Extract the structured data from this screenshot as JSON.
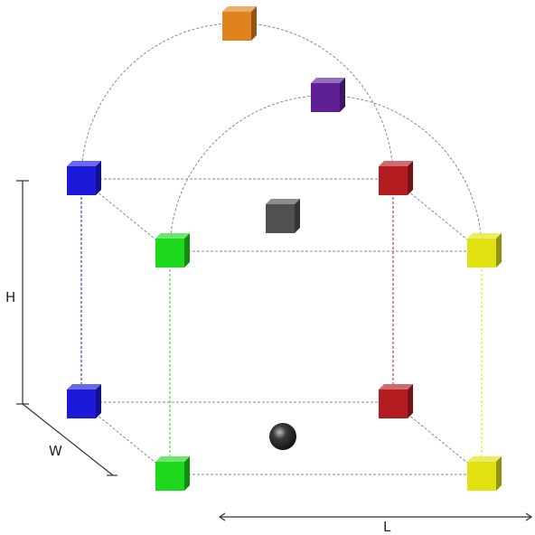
{
  "labels": {
    "height": "H",
    "width": "W",
    "length": "L"
  },
  "colors": {
    "blue": "#1a1ad8",
    "red": "#b41c22",
    "green": "#1ed81e",
    "yellow": "#e1e10f",
    "orange": "#e0821e",
    "purple": "#5f2096",
    "gray": "#505050",
    "sphere": "#3a3a3a",
    "guide_line": "#8a8a8a",
    "dimension_line": "#333333"
  },
  "cubes": [
    {
      "id": "top-back-left",
      "color": "blue"
    },
    {
      "id": "top-back-right",
      "color": "red"
    },
    {
      "id": "top-front-left",
      "color": "green"
    },
    {
      "id": "top-front-right",
      "color": "yellow"
    },
    {
      "id": "bottom-back-left",
      "color": "blue"
    },
    {
      "id": "bottom-back-right",
      "color": "red"
    },
    {
      "id": "bottom-front-left",
      "color": "green"
    },
    {
      "id": "bottom-front-right",
      "color": "yellow"
    },
    {
      "id": "arch-top",
      "color": "orange"
    },
    {
      "id": "arch-middle",
      "color": "purple"
    },
    {
      "id": "center",
      "color": "gray"
    }
  ],
  "sphere": {
    "color": "sphere"
  }
}
